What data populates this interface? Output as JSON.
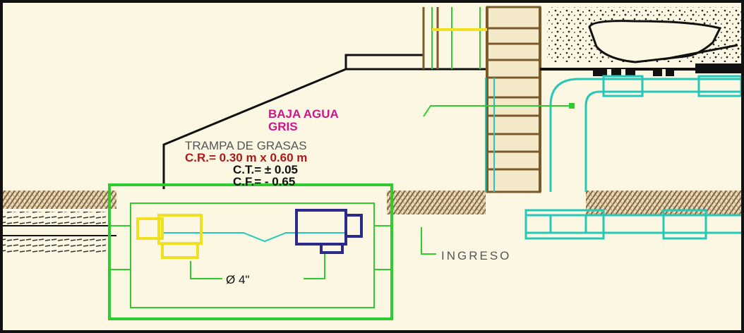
{
  "labels": {
    "baja_agua_line1": "BAJA AGUA",
    "baja_agua_line2": "GRIS",
    "trampa_title": "TRAMPA DE GRASAS",
    "trampa_dims": "C.R.= 0.30 m x 0.60 m",
    "cota_tapa": "C.T.= ± 0.05",
    "cota_fondo": "C.F.= - 0.65",
    "pipe_diameter": "Ø 4\"",
    "ingreso": "INGRESO"
  },
  "colors": {
    "background": "#fbf7e2",
    "soil_hatch": "#8a6a3c",
    "brick_wall": "#7a5a2a",
    "brick_fill": "#f3e8c8",
    "green_line": "#2ecc2e",
    "cyan_pipe": "#25c8b8",
    "yellow_fitting": "#f0e020",
    "blue_fitting": "#2a2a8a",
    "magenta_text": "#d0148c",
    "red_text": "#b01818",
    "dark_text": "#111111",
    "outline": "#0a0a0a",
    "gray_text": "#555555"
  }
}
